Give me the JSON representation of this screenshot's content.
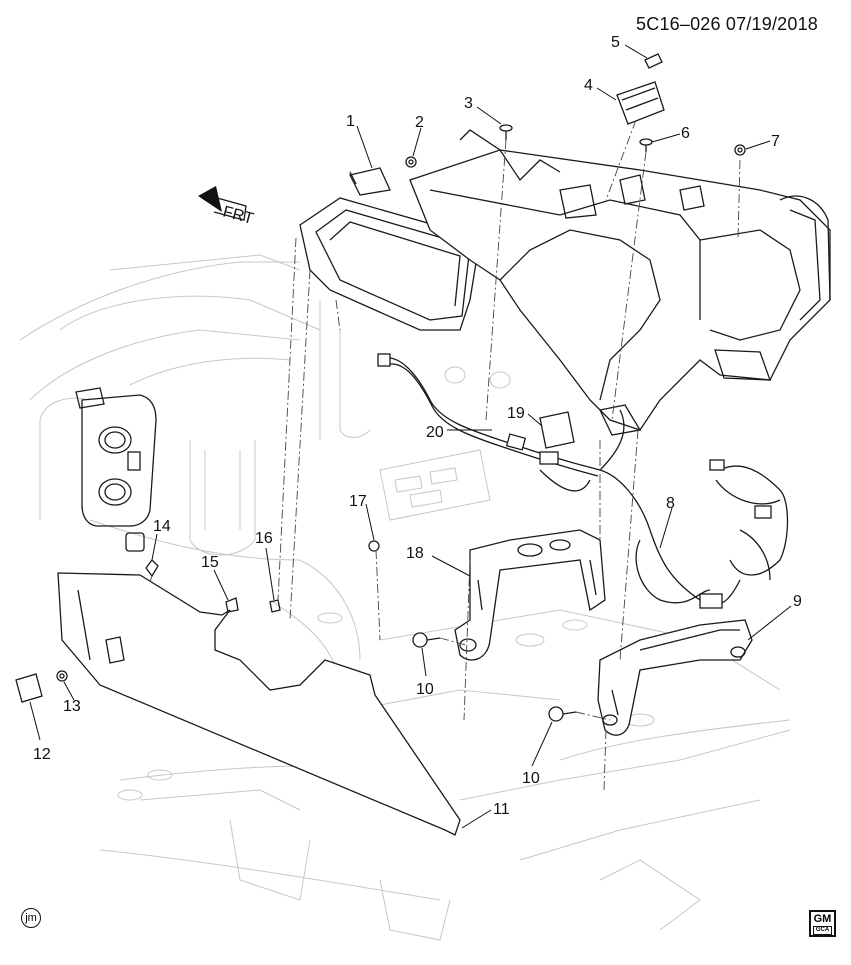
{
  "header": {
    "drawing_code": "5C16–026 07/19/2018"
  },
  "frt_label": "FRT",
  "callouts": [
    {
      "id": "c1",
      "label": "1"
    },
    {
      "id": "c2",
      "label": "2"
    },
    {
      "id": "c3",
      "label": "3"
    },
    {
      "id": "c4",
      "label": "4"
    },
    {
      "id": "c5",
      "label": "5"
    },
    {
      "id": "c6",
      "label": "6"
    },
    {
      "id": "c7",
      "label": "7"
    },
    {
      "id": "c8",
      "label": "8"
    },
    {
      "id": "c9",
      "label": "9"
    },
    {
      "id": "c10a",
      "label": "10"
    },
    {
      "id": "c10b",
      "label": "10"
    },
    {
      "id": "c11",
      "label": "11"
    },
    {
      "id": "c12",
      "label": "12"
    },
    {
      "id": "c13",
      "label": "13"
    },
    {
      "id": "c14",
      "label": "14"
    },
    {
      "id": "c15",
      "label": "15"
    },
    {
      "id": "c16",
      "label": "16"
    },
    {
      "id": "c17",
      "label": "17"
    },
    {
      "id": "c18",
      "label": "18"
    },
    {
      "id": "c19",
      "label": "19"
    },
    {
      "id": "c20",
      "label": "20"
    }
  ],
  "footer": {
    "artist_initials": "jm",
    "logo_text": "GM",
    "logo_subtext": "GCA"
  }
}
